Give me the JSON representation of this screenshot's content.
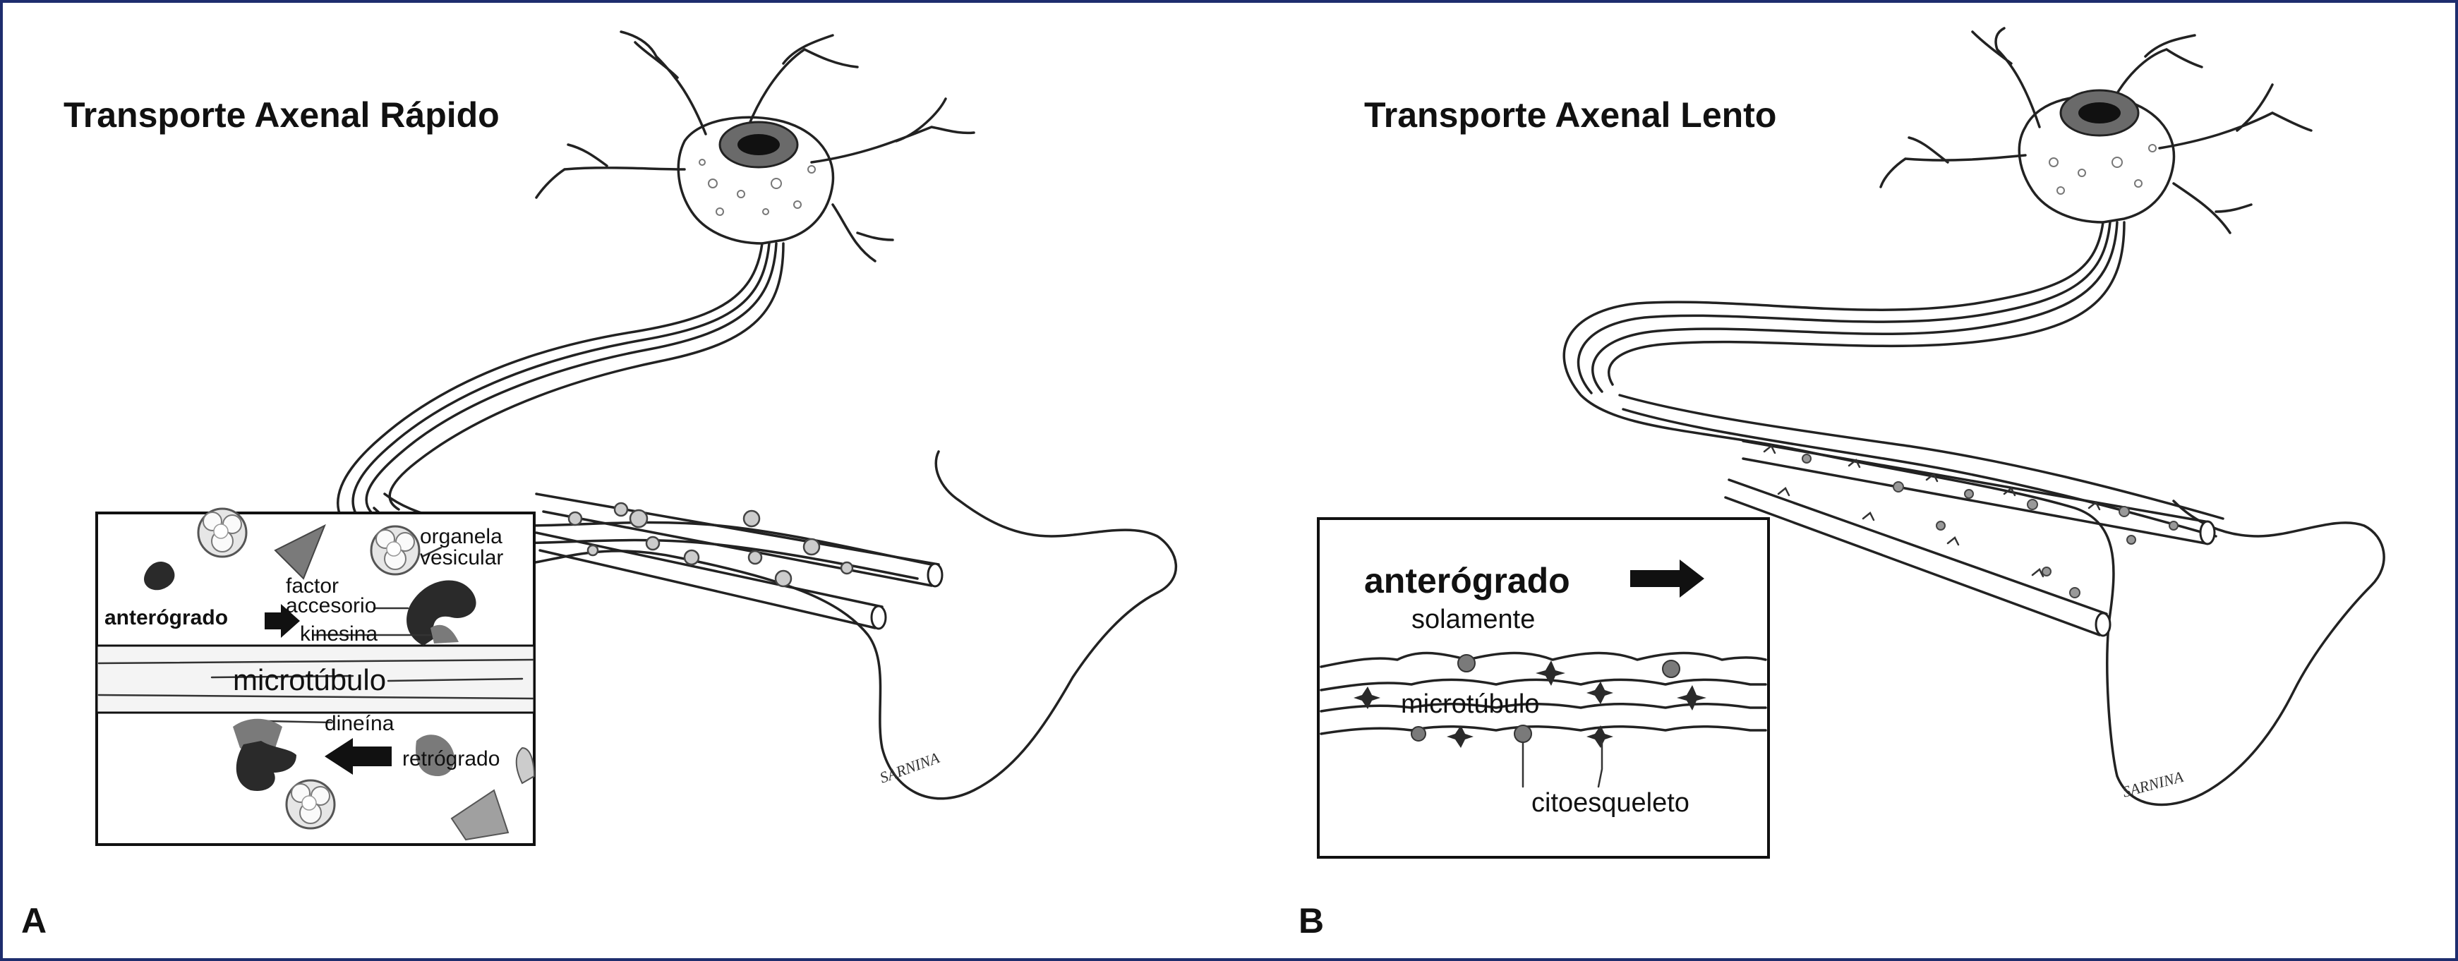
{
  "panel_a": {
    "title": "Transporte Axenal Rápido",
    "letter": "A",
    "labels": {
      "organela": "organela",
      "vesicular": "vesicular",
      "factor": "factor",
      "accesorio": "accesorio",
      "anterogrado": "anterógrado",
      "kinesina": "kinesina",
      "microtubulo": "microtúbulo",
      "dineina": "dineína",
      "retrogrado": "retrógrado"
    }
  },
  "panel_b": {
    "title": "Transporte Axenal Lento",
    "letter": "B",
    "labels": {
      "anterogrado": "anterógrado",
      "solamente": "solamente",
      "microtubulo": "microtúbulo",
      "citoesqueleto": "citoesqueleto"
    }
  },
  "colors": {
    "frame": "#1e2d6e",
    "dark_motor": "#2a2a2a",
    "grey_motor": "#7a7a7a",
    "nucleus": "#3a3a3a"
  }
}
